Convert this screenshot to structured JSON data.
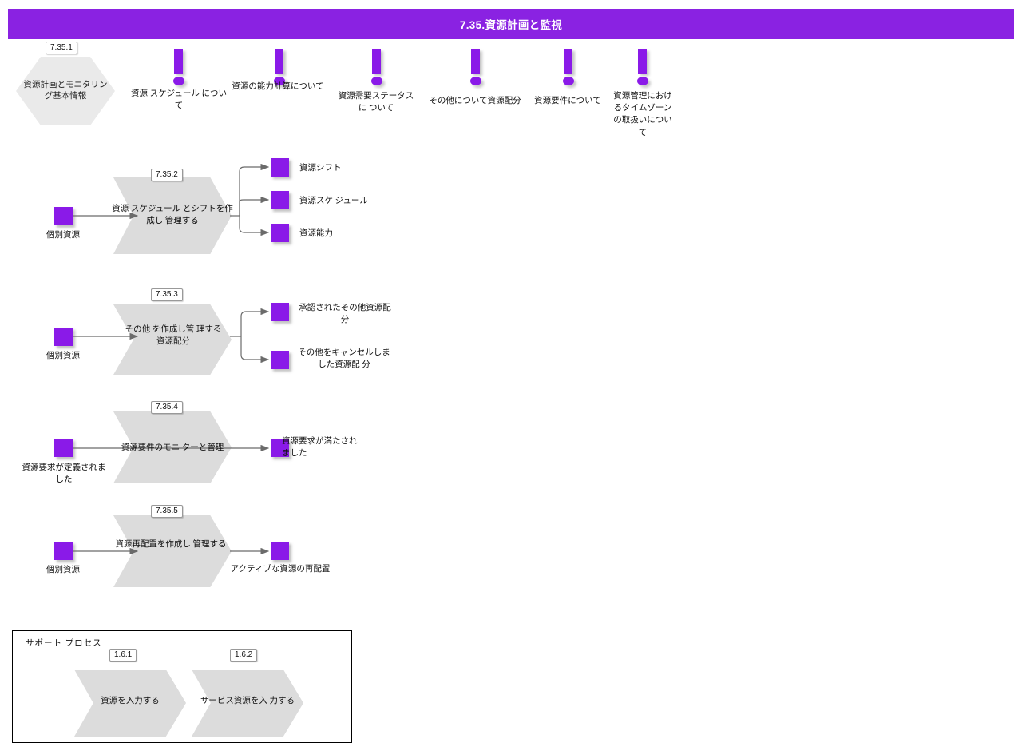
{
  "header": {
    "title": "7.35.資源計画と監視",
    "bar_color": "#8A22E2"
  },
  "colors": {
    "accent_purple": "#8A1AE8",
    "header_purple": "#8A22E2",
    "shape_gray": "#DCDCDC",
    "hexagon_gray": "#EAEAEA"
  },
  "basic_info": {
    "id": "7.35.1",
    "label": "資源計画とモニタリング基本情報"
  },
  "top_events": [
    {
      "label": "資源\nスケジュール\nについて"
    },
    {
      "label": "資源の能力計算について"
    },
    {
      "label": "資源需要ステータスに ついて"
    },
    {
      "label": "その他について資源配分"
    },
    {
      "label": "資源要件について"
    },
    {
      "label": "資源管理におけるタイムゾーンの取扱いについて"
    }
  ],
  "processes": [
    {
      "id": "7.35.2",
      "label": "資源 スケジュール とシフトを作成し 管理する",
      "inputs": [
        {
          "label": "個別資源"
        }
      ],
      "outputs": [
        {
          "label": "資源シフト"
        },
        {
          "label": "資源スケ ジュール"
        },
        {
          "label": "資源能力"
        }
      ]
    },
    {
      "id": "7.35.3",
      "label": "その他 を作成し管 理する資源配分",
      "inputs": [
        {
          "label": "個別資源"
        }
      ],
      "outputs": [
        {
          "label": "承認されたその他資源配分"
        },
        {
          "label": "その他をキャンセルしました資源配 分"
        }
      ]
    },
    {
      "id": "7.35.4",
      "label": "資源要件のモニ ターと管理",
      "inputs": [
        {
          "label": "資源要求が定義されました"
        }
      ],
      "outputs": [
        {
          "label": "資源要求が満たされました"
        }
      ]
    },
    {
      "id": "7.35.5",
      "label": "資源再配置を作成し 管理する",
      "inputs": [
        {
          "label": "個別資源"
        }
      ],
      "outputs": [
        {
          "label": "アクティブな資源の再配置"
        }
      ]
    }
  ],
  "support_process": {
    "title": "サポート プロセス",
    "items": [
      {
        "id": "1.6.1",
        "label": "資源を入力する"
      },
      {
        "id": "1.6.2",
        "label": "サービス資源を入 力する"
      }
    ]
  }
}
